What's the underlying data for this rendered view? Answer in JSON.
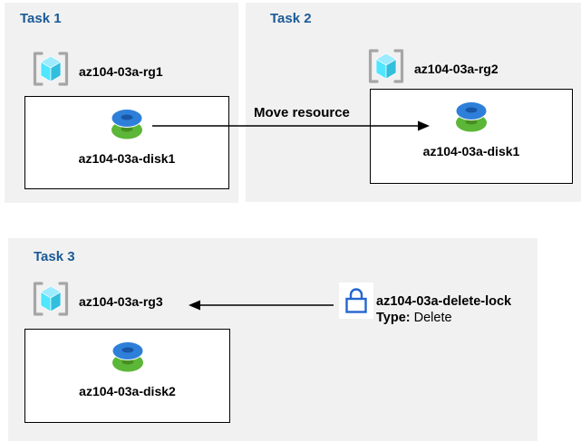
{
  "tasks": {
    "task1": {
      "title": "Task 1",
      "resource_group": {
        "label": "az104-03a-rg1"
      },
      "resource": {
        "label": "az104-03a-disk1"
      }
    },
    "task2": {
      "title": "Task 2",
      "resource_group": {
        "label": "az104-03a-rg2"
      },
      "resource": {
        "label": "az104-03a-disk1"
      }
    },
    "task3": {
      "title": "Task 3",
      "resource_group": {
        "label": "az104-03a-rg3"
      },
      "resource": {
        "label": "az104-03a-disk2"
      }
    }
  },
  "annotations": {
    "move_arrow": {
      "label": "Move resource"
    },
    "delete_lock": {
      "name": "az104-03a-delete-lock",
      "type_key": "Type:",
      "type_value": "Delete"
    }
  },
  "icons": {
    "resource_group": "resource-group-brackets-cube",
    "disk": "managed-disk-stack",
    "lock": "padlock-outline"
  },
  "colors": {
    "panel_bg": "#f1f1f1",
    "title_blue": "#1a5a97",
    "box_bg": "#ffffff",
    "box_border": "#000000",
    "arrow": "#000000",
    "bracket_gray": "#a6a6a6",
    "cube_top": "#9cebff",
    "cube_left": "#50e6ff",
    "cube_right": "#32bedd",
    "disk_blue": "#2e7fd9",
    "disk_blue_hole": "#1956a4",
    "disk_green": "#5cb637",
    "disk_green_hole": "#468e21",
    "lock_blue": "#2465d0"
  }
}
